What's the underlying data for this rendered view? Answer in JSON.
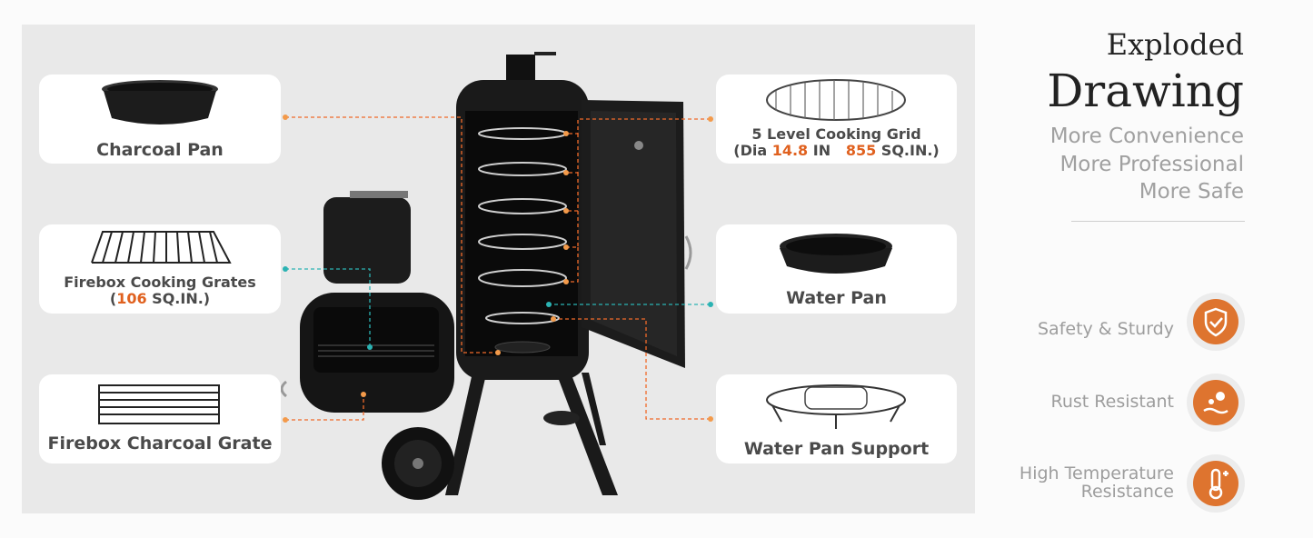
{
  "header": {
    "title_line1": "Exploded",
    "title_line2": "Drawing",
    "taglines": [
      "More Convenience",
      "More Professional",
      "More Safe"
    ]
  },
  "parts": {
    "charcoal_pan": "Charcoal Pan",
    "firebox_grates_line1": "Firebox Cooking Grates",
    "firebox_grates_open": "(",
    "firebox_grates_num": "106",
    "firebox_grates_rest": " SQ.IN.)",
    "firebox_charcoal_grate": "Firebox Charcoal Grate",
    "cooking_grid_line1": "5 Level Cooking Grid",
    "cooking_grid_pre": "(Dia ",
    "cooking_grid_dia": "14.8",
    "cooking_grid_mid": " IN   ",
    "cooking_grid_area": "855",
    "cooking_grid_post": " SQ.IN.)",
    "water_pan": "Water Pan",
    "water_pan_support": "Water Pan Support"
  },
  "features": [
    {
      "label": "Safety & Sturdy",
      "icon": "shield-check-icon"
    },
    {
      "label": "Rust Resistant",
      "icon": "rust-drops-icon"
    },
    {
      "label_line1": "High Temperature",
      "label_line2": "Resistance",
      "icon": "thermometer-icon"
    }
  ],
  "colors": {
    "accent": "#e0611f",
    "badge": "#de742f",
    "panel": "#e9e9e9",
    "leader_orange": "#f06a2a",
    "leader_teal": "#2bb3b3"
  }
}
